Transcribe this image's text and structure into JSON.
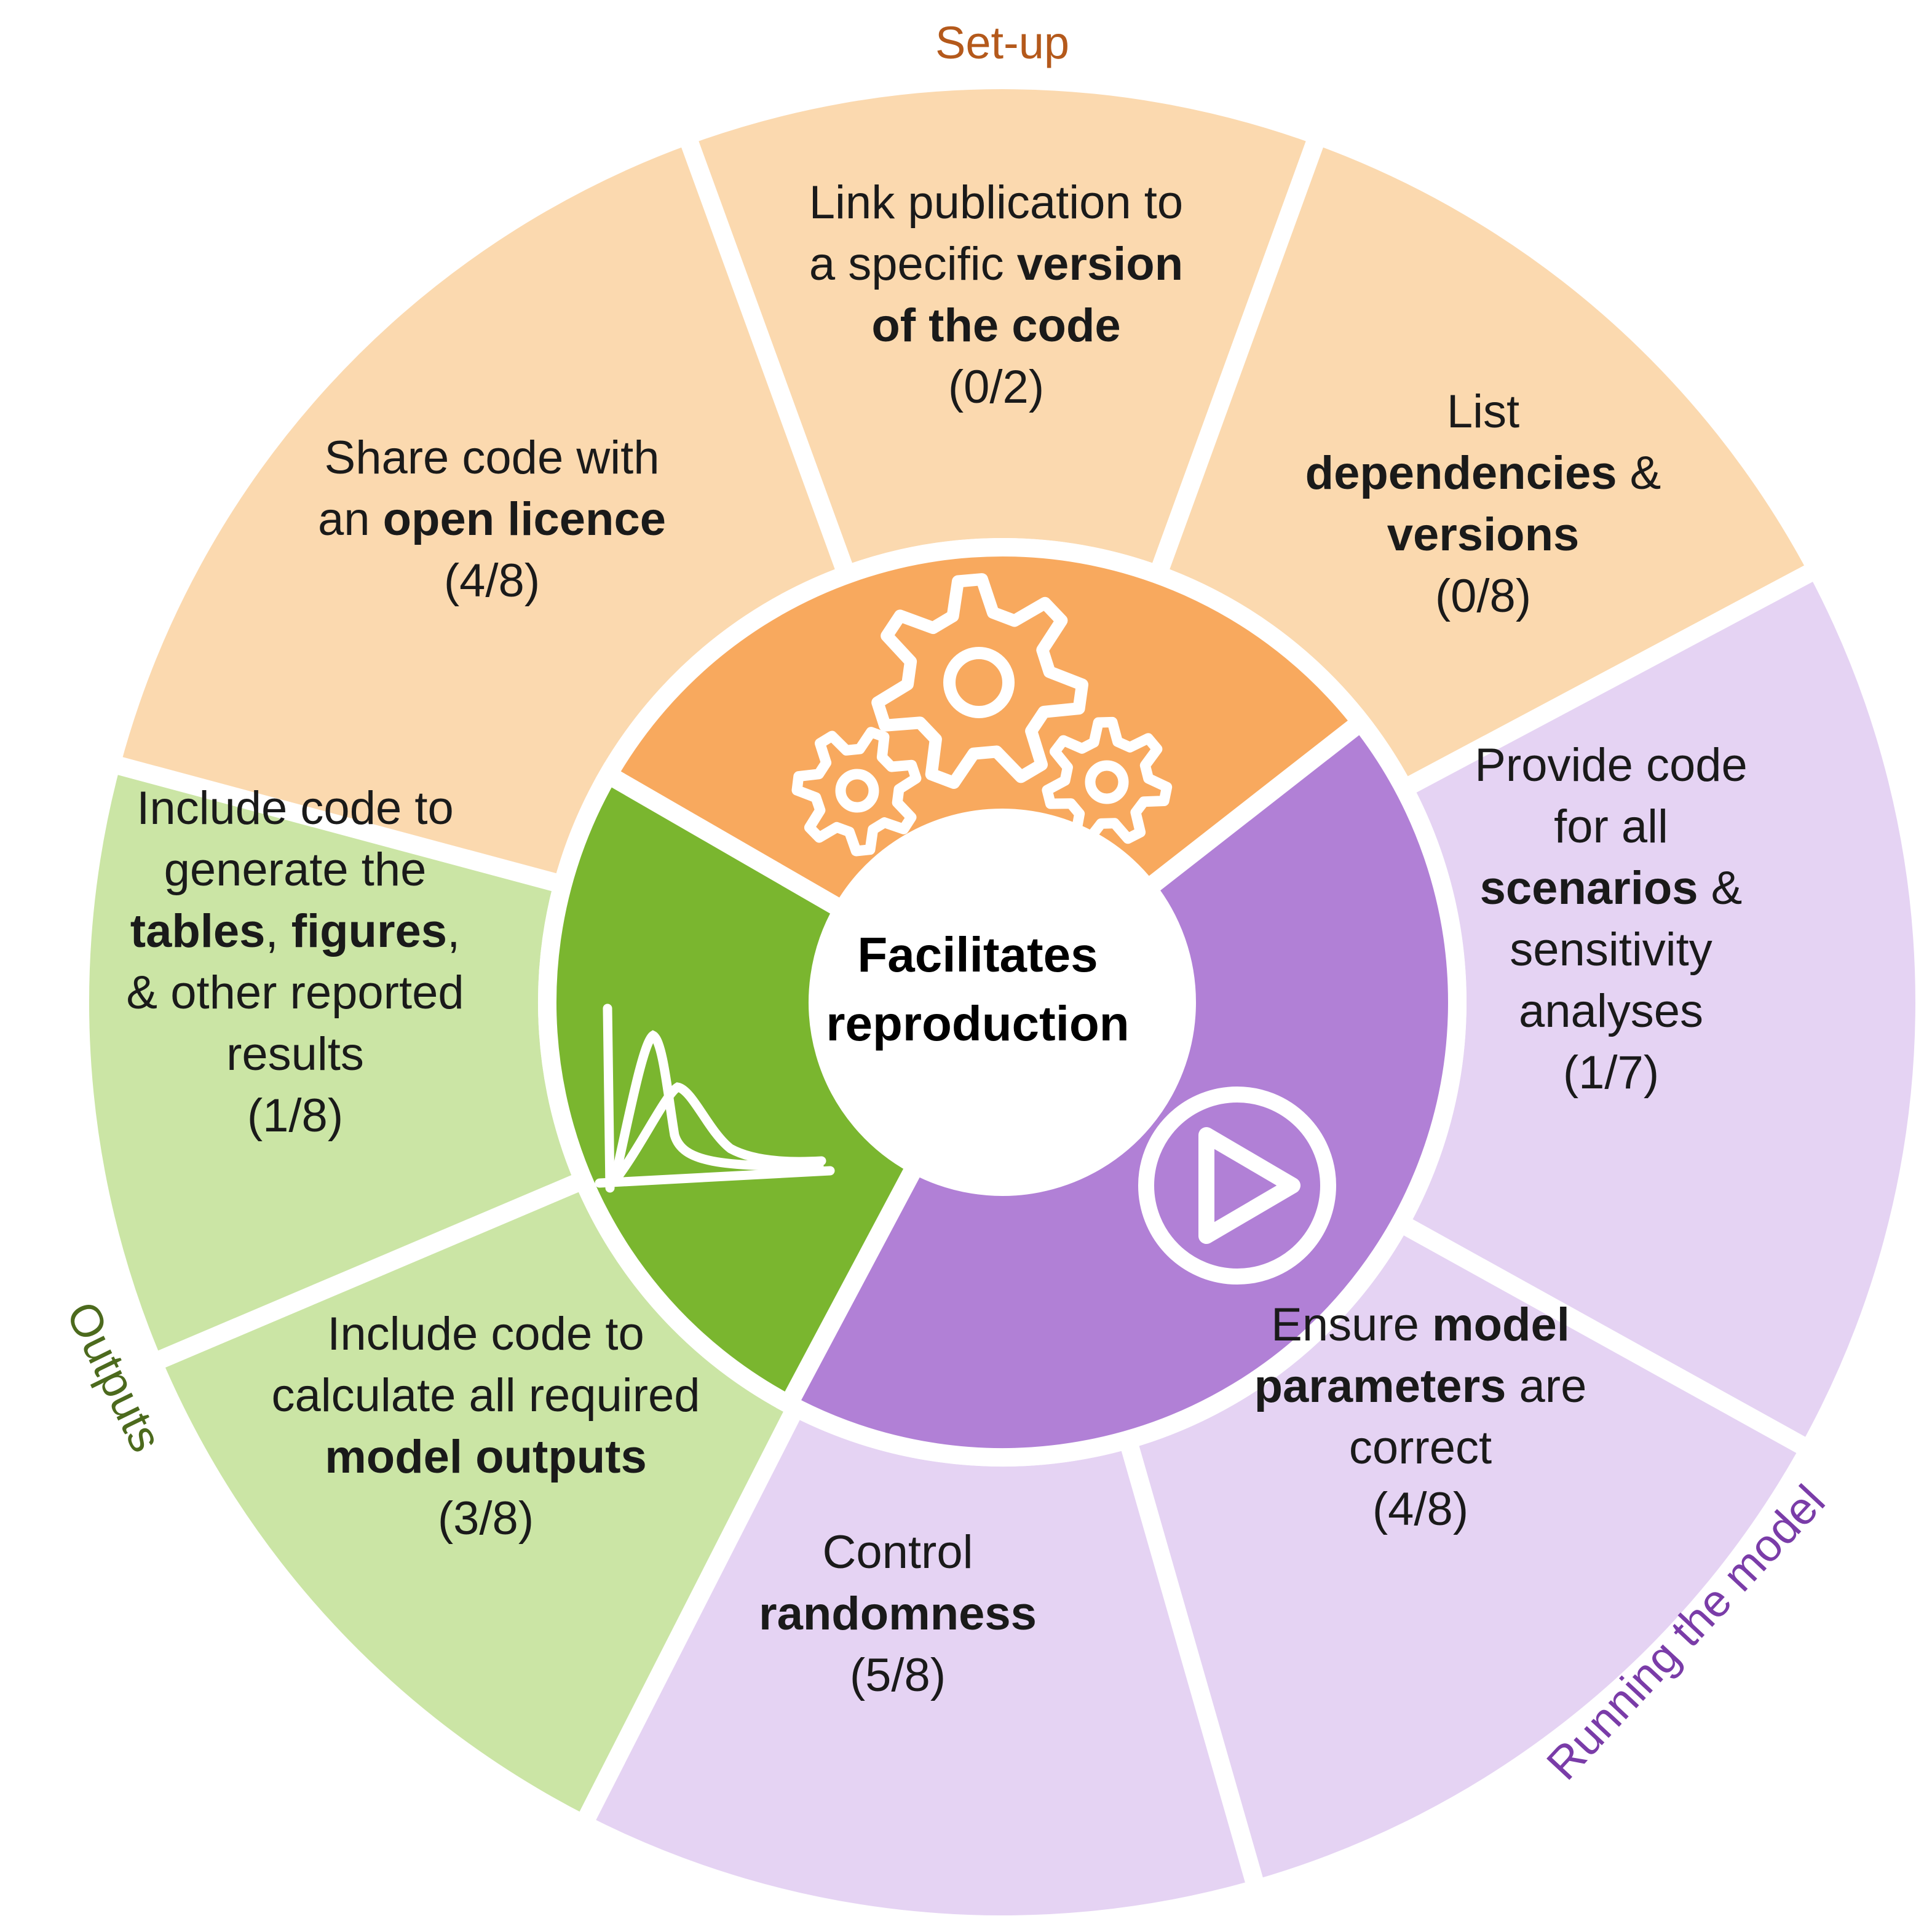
{
  "center": {
    "lines": [
      "Facilitates",
      "reproduction"
    ]
  },
  "categories": [
    {
      "id": "setup",
      "label": "Set-up",
      "icon": "gears-icon",
      "inner_color": "#F8A95E",
      "outer_color": "#FBD9AF",
      "label_color": "#B4591B"
    },
    {
      "id": "running",
      "label": "Running the model",
      "icon": "play-icon",
      "inner_color": "#B180D6",
      "outer_color": "#E5D3F3",
      "label_color": "#7A3CA8"
    },
    {
      "id": "outputs",
      "label": "Outputs",
      "icon": "line-chart-icon",
      "inner_color": "#7AB62F",
      "outer_color": "#CBE5A5",
      "label_color": "#4C6A1D"
    }
  ],
  "segments": [
    {
      "id": "link-version",
      "category": "setup",
      "score": "(0/2)",
      "lines": [
        [
          {
            "t": "Link publication to"
          }
        ],
        [
          {
            "t": "a specific "
          },
          {
            "t": "version",
            "b": true
          }
        ],
        [
          {
            "t": "of the code",
            "b": true
          }
        ],
        [
          {
            "t": "(0/2)"
          }
        ]
      ]
    },
    {
      "id": "list-dependencies",
      "category": "setup",
      "score": "(0/8)",
      "lines": [
        [
          {
            "t": "List"
          }
        ],
        [
          {
            "t": "dependencies",
            "b": true
          },
          {
            "t": " &"
          }
        ],
        [
          {
            "t": "versions",
            "b": true
          }
        ],
        [
          {
            "t": "(0/8)"
          }
        ]
      ]
    },
    {
      "id": "provide-scenarios",
      "category": "running",
      "score": "(1/7)",
      "lines": [
        [
          {
            "t": "Provide code"
          }
        ],
        [
          {
            "t": "for all"
          }
        ],
        [
          {
            "t": "scenarios",
            "b": true
          },
          {
            "t": " &"
          }
        ],
        [
          {
            "t": "sensitivity"
          }
        ],
        [
          {
            "t": "analyses"
          }
        ],
        [
          {
            "t": "(1/7)"
          }
        ]
      ]
    },
    {
      "id": "ensure-parameters",
      "category": "running",
      "score": "(4/8)",
      "lines": [
        [
          {
            "t": "Ensure "
          },
          {
            "t": "model",
            "b": true
          }
        ],
        [
          {
            "t": "parameters",
            "b": true
          },
          {
            "t": " are"
          }
        ],
        [
          {
            "t": "correct"
          }
        ],
        [
          {
            "t": "(4/8)"
          }
        ]
      ]
    },
    {
      "id": "control-randomness",
      "category": "running",
      "score": "(5/8)",
      "lines": [
        [
          {
            "t": "Control"
          }
        ],
        [
          {
            "t": "randomness",
            "b": true
          }
        ],
        [
          {
            "t": "(5/8)"
          }
        ]
      ]
    },
    {
      "id": "calculate-outputs",
      "category": "outputs",
      "score": "(3/8)",
      "lines": [
        [
          {
            "t": "Include code to"
          }
        ],
        [
          {
            "t": "calculate all required"
          }
        ],
        [
          {
            "t": "model outputs",
            "b": true
          }
        ],
        [
          {
            "t": "(3/8)"
          }
        ]
      ]
    },
    {
      "id": "generate-tables",
      "category": "outputs",
      "score": "(1/8)",
      "lines": [
        [
          {
            "t": "Include code to"
          }
        ],
        [
          {
            "t": "generate the"
          }
        ],
        [
          {
            "t": "tables",
            "b": true
          },
          {
            "t": ", "
          },
          {
            "t": "figures",
            "b": true
          },
          {
            "t": ","
          }
        ],
        [
          {
            "t": "& other reported"
          }
        ],
        [
          {
            "t": "results"
          }
        ],
        [
          {
            "t": "(1/8)"
          }
        ]
      ]
    },
    {
      "id": "share-licence",
      "category": "setup",
      "score": "(4/8)",
      "lines": [
        [
          {
            "t": "Share code with"
          }
        ],
        [
          {
            "t": "an "
          },
          {
            "t": "open licence",
            "b": true
          }
        ],
        [
          {
            "t": "(4/8)"
          }
        ]
      ]
    }
  ]
}
